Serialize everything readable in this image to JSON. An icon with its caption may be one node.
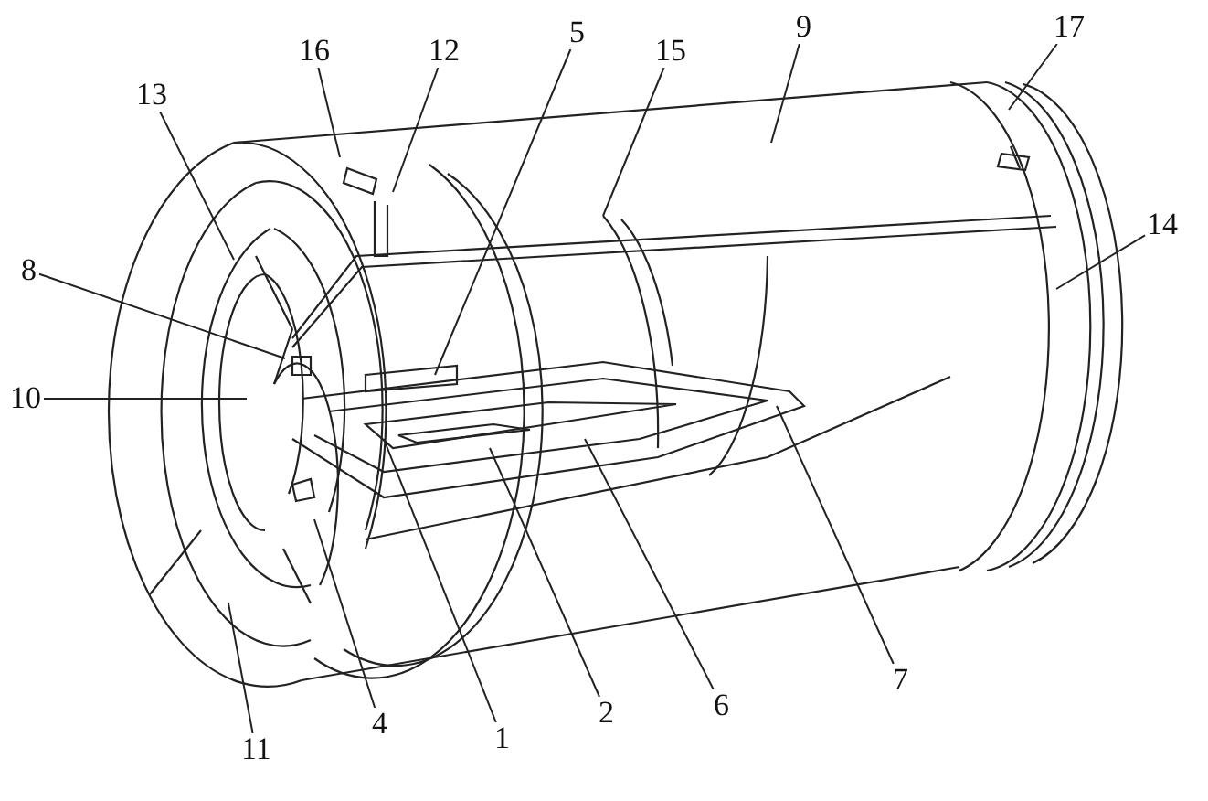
{
  "diagram": {
    "nodes": [
      {
        "text": [
          "16"
        ]
      },
      {
        "text": [
          "12"
        ]
      },
      {
        "text": [
          "5"
        ]
      },
      {
        "text": [
          "15"
        ]
      },
      {
        "text": [
          "9"
        ]
      },
      {
        "text": [
          "17"
        ]
      },
      {
        "text": [
          "13"
        ]
      },
      {
        "text": [
          "8"
        ]
      },
      {
        "text": [
          "10"
        ]
      },
      {
        "text": [
          "14"
        ]
      },
      {
        "text": [
          "7"
        ]
      },
      {
        "text": [
          "11"
        ]
      },
      {
        "text": [
          "4"
        ]
      },
      {
        "text": [
          "1"
        ]
      },
      {
        "text": [
          "2"
        ]
      },
      {
        "text": [
          "6"
        ]
      }
    ],
    "edges": [
      {
        "from": 0,
        "to": null,
        "arrow": "none"
      },
      {
        "from": 1,
        "to": null,
        "arrow": "none"
      },
      {
        "from": 2,
        "to": null,
        "arrow": "none"
      },
      {
        "from": 3,
        "to": null,
        "arrow": "none"
      },
      {
        "from": 4,
        "to": null,
        "arrow": "none"
      },
      {
        "from": 5,
        "to": null,
        "arrow": "none"
      },
      {
        "from": 6,
        "to": null,
        "arrow": "none"
      },
      {
        "from": 7,
        "to": null,
        "arrow": "none"
      },
      {
        "from": 8,
        "to": null,
        "arrow": "none"
      },
      {
        "from": 9,
        "to": null,
        "arrow": "none"
      },
      {
        "from": 10,
        "to": null,
        "arrow": "none"
      },
      {
        "from": 11,
        "to": null,
        "arrow": "none"
      },
      {
        "from": 12,
        "to": null,
        "arrow": "none"
      },
      {
        "from": 13,
        "to": null,
        "arrow": "none"
      },
      {
        "from": 14,
        "to": null,
        "arrow": "none"
      },
      {
        "from": 15,
        "to": null,
        "arrow": "none"
      }
    ]
  }
}
